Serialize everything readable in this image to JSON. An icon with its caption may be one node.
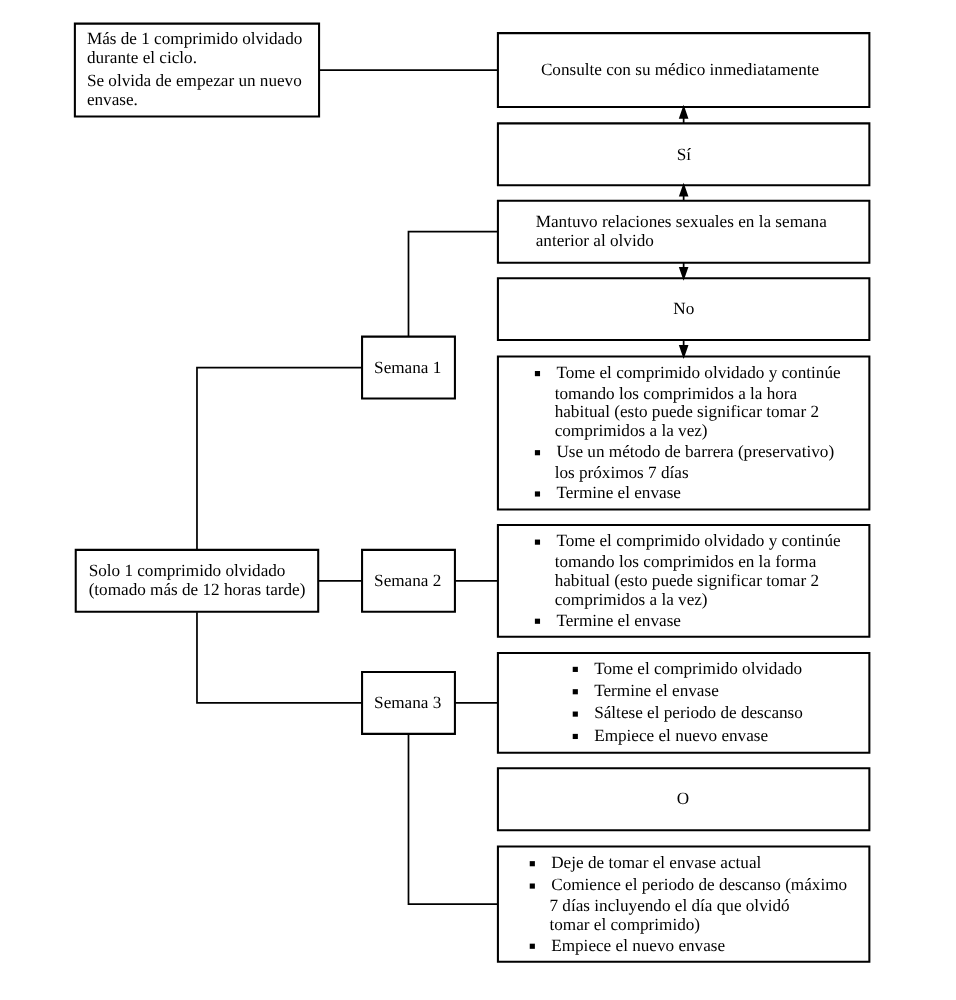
{
  "diagram": {
    "nodes": [
      {
        "text": [
          "Más de 1 comprimido olvidado durante el ciclo.",
          "Se olvida de empezar un nuevo envase."
        ]
      },
      {
        "text": [
          "Consulte con su médico inmediatamente"
        ]
      },
      {
        "text": [
          "Sí"
        ]
      },
      {
        "text": [
          "Mantuvo relaciones sexuales en la semana anterior al olvido"
        ]
      },
      {
        "text": [
          "Semana 1"
        ]
      },
      {
        "text": [
          "No"
        ]
      },
      {
        "text": [
          "Tome el comprimido olvidado y continúe tomando los comprimidos a la hora habitual (esto puede significar tomar 2 comprimidos a la vez)",
          "Use un método de barrera (preservativo) los próximos 7 días",
          "Termine el envase"
        ]
      },
      {
        "text": [
          "Solo 1 comprimido olvidado (tomado más de 12 horas tarde)"
        ]
      },
      {
        "text": [
          "Semana 2"
        ]
      },
      {
        "text": [
          "Tome el comprimido olvidado y continúe tomando los comprimidos en la forma habitual (esto puede significar tomar 2 comprimidos a la vez)",
          "Termine el envase"
        ]
      },
      {
        "text": [
          "Tome el comprimido olvidado",
          "Termine el envase",
          "Sáltese el periodo de descanso",
          "Empiece el nuevo envase"
        ]
      },
      {
        "text": [
          "Semana 3"
        ]
      },
      {
        "text": [
          "O"
        ]
      },
      {
        "text": [
          "Deje de tomar el envase actual",
          "Comience el periodo de descanso (máximo 7 días incluyendo el día que olvidó tomar el comprimido)",
          "Empiece el nuevo envase"
        ]
      }
    ],
    "edges": [
      {
        "from": 0,
        "to": 1,
        "arrow": "none"
      },
      {
        "from": 2,
        "to": 1,
        "arrow": "to"
      },
      {
        "from": 3,
        "to": 2,
        "arrow": "to"
      },
      {
        "from": 4,
        "to": 3,
        "arrow": "none"
      },
      {
        "from": 3,
        "to": 5,
        "arrow": "to"
      },
      {
        "from": 5,
        "to": 6,
        "arrow": "to"
      },
      {
        "from": 7,
        "to": 4,
        "arrow": "none"
      },
      {
        "from": 7,
        "to": 8,
        "arrow": "none"
      },
      {
        "from": 8,
        "to": 9,
        "arrow": "none"
      },
      {
        "from": 7,
        "to": 11,
        "arrow": "none"
      },
      {
        "from": 11,
        "to": 10,
        "arrow": "none"
      },
      {
        "from": 11,
        "to": 13,
        "arrow": "none"
      }
    ]
  }
}
